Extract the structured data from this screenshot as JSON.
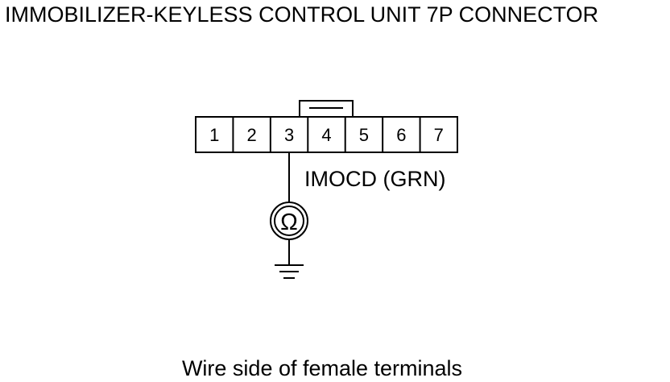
{
  "title": "IMMOBILIZER-KEYLESS CONTROL UNIT 7P CONNECTOR",
  "caption": "Wire side of female terminals",
  "connector": {
    "pins": [
      "1",
      "2",
      "3",
      "4",
      "5",
      "6",
      "7"
    ],
    "measured_pin": "3"
  },
  "wire_label": "IMOCD (GRN)",
  "meter_symbol": "Ω",
  "meter_icon": "ohmmeter-icon",
  "ground_icon": "ground-icon",
  "colors": {
    "line": "#000000",
    "background": "#ffffff"
  }
}
